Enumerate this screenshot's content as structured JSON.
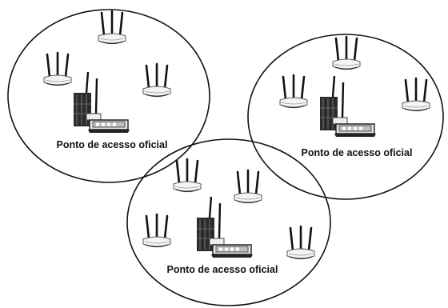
{
  "diagram": {
    "cells": [
      {
        "label": "Ponto de acesso oficial"
      },
      {
        "label": "Ponto de acesso oficial"
      },
      {
        "label": "Ponto de acesso oficial"
      }
    ],
    "icons": {
      "access_point": "wireless-access-point-icon",
      "router": "router-icon"
    },
    "colors": {
      "stroke": "#111111",
      "device_body": "#f2f2f2",
      "device_dark": "#2b2b2b"
    }
  }
}
